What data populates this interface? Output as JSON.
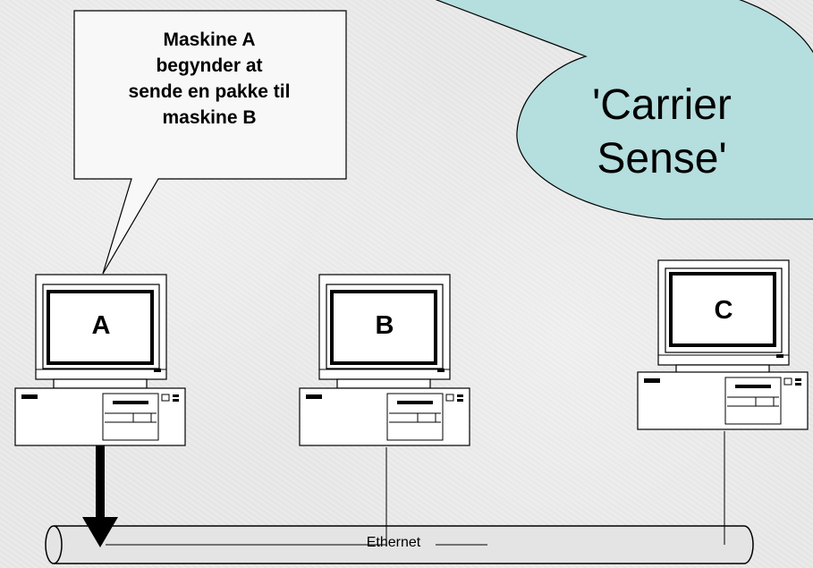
{
  "callout": {
    "text": "Maskine A\nbegynder at\nsende en pakke til\nmaskine B"
  },
  "bubble": {
    "text": "'Carrier\nSense'",
    "fill": "#b5dede"
  },
  "machines": [
    {
      "label": "A"
    },
    {
      "label": "B"
    },
    {
      "label": "C"
    }
  ],
  "network": {
    "label": "Ethernet"
  }
}
